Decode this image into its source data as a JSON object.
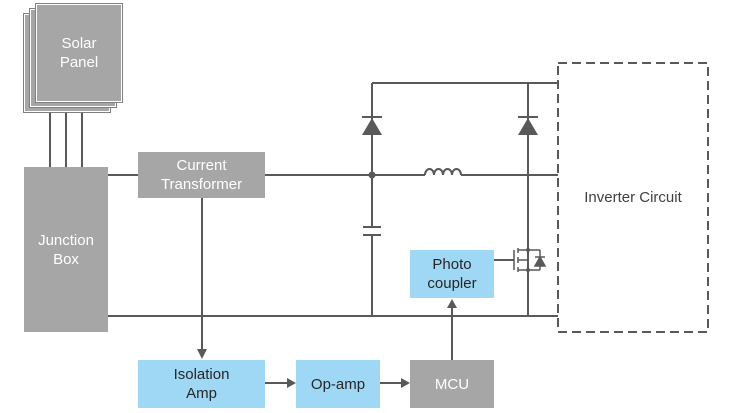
{
  "blocks": {
    "solar_panel": "Solar\nPanel",
    "junction_box": "Junction\nBox",
    "current_transformer": "Current\nTransformer",
    "inverter_circuit": "Inverter Circuit",
    "photo_coupler": "Photo\ncoupler",
    "isolation_amp": "Isolation\nAmp",
    "op_amp": "Op-amp",
    "mcu": "MCU"
  },
  "colors": {
    "gray_block": "#a6a6a6",
    "blue_block": "#9fd8f4",
    "wire": "#595959",
    "dashed_border": "#595959"
  }
}
